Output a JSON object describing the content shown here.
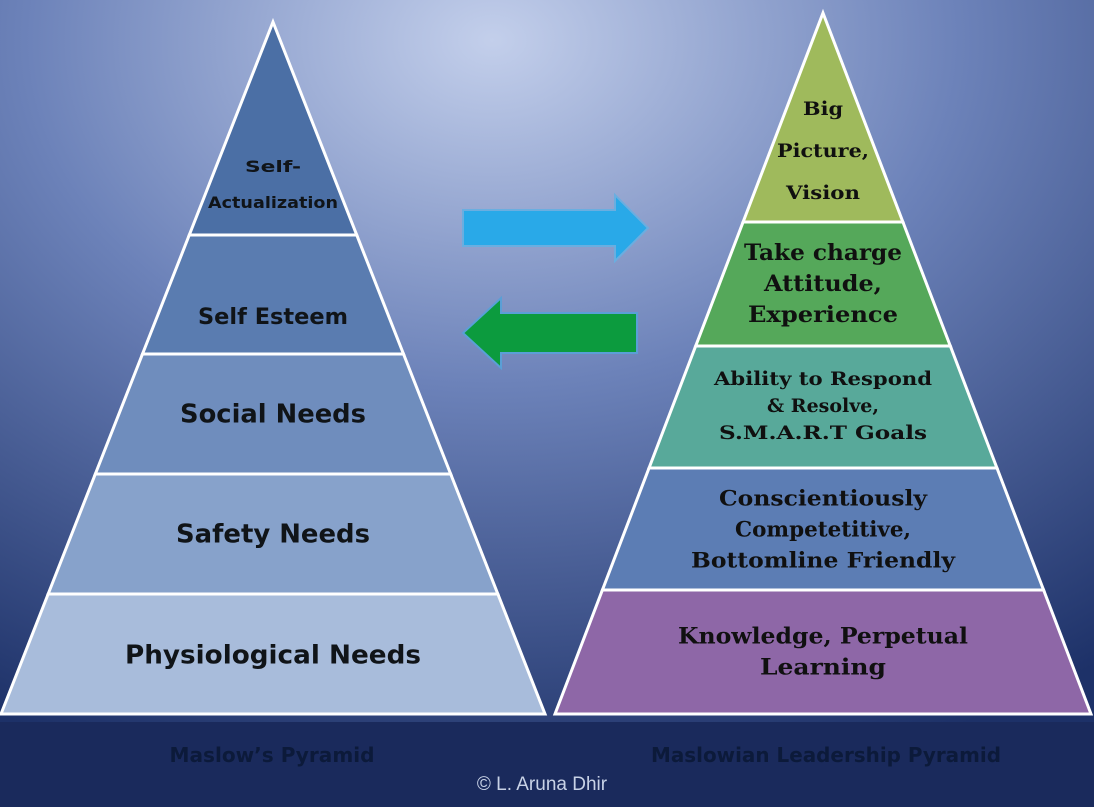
{
  "colors": {
    "bg_top": "#b9c6e6",
    "bg_bottom": "#1b2f63",
    "footer_band": "#1a2a5c",
    "outline": "#ffffff",
    "blue_arrow": "#29a9e8",
    "green_arrow": "#0c9b3e"
  },
  "left_pyramid": {
    "caption": "Maslow’s Pyramid",
    "tiers": [
      {
        "lines": [
          "Self-",
          "Actualization"
        ],
        "color": "#4b6fa5"
      },
      {
        "lines": [
          "Self Esteem"
        ],
        "color": "#5a7cb0"
      },
      {
        "lines": [
          "Social Needs"
        ],
        "color": "#6f8dbd"
      },
      {
        "lines": [
          "Safety Needs"
        ],
        "color": "#87a2cb"
      },
      {
        "lines": [
          "Physiological Needs"
        ],
        "color": "#a8bcdb"
      }
    ]
  },
  "right_pyramid": {
    "caption": "Maslowian Leadership Pyramid",
    "tiers": [
      {
        "lines": [
          "Big",
          "Picture,",
          "Vision"
        ],
        "color": "#9fba5c"
      },
      {
        "lines": [
          "Take charge",
          "Attitude,",
          "Experience"
        ],
        "color": "#55a85a"
      },
      {
        "lines": [
          "Ability to Respond",
          "& Resolve,",
          "S.M.A.R.T Goals"
        ],
        "color": "#58a99a"
      },
      {
        "lines": [
          "Conscientiously",
          "Competetitive,",
          "Bottomline Friendly"
        ],
        "color": "#5c7db4"
      },
      {
        "lines": [
          "Knowledge, Perpetual",
          "Learning"
        ],
        "color": "#8e67a7"
      }
    ]
  },
  "arrows": [
    {
      "direction": "right",
      "icon": "arrow-right-icon",
      "color": "#29a9e8"
    },
    {
      "direction": "left",
      "icon": "arrow-left-icon",
      "color": "#0c9b3e"
    }
  ],
  "copyright": "© L. Aruna Dhir"
}
